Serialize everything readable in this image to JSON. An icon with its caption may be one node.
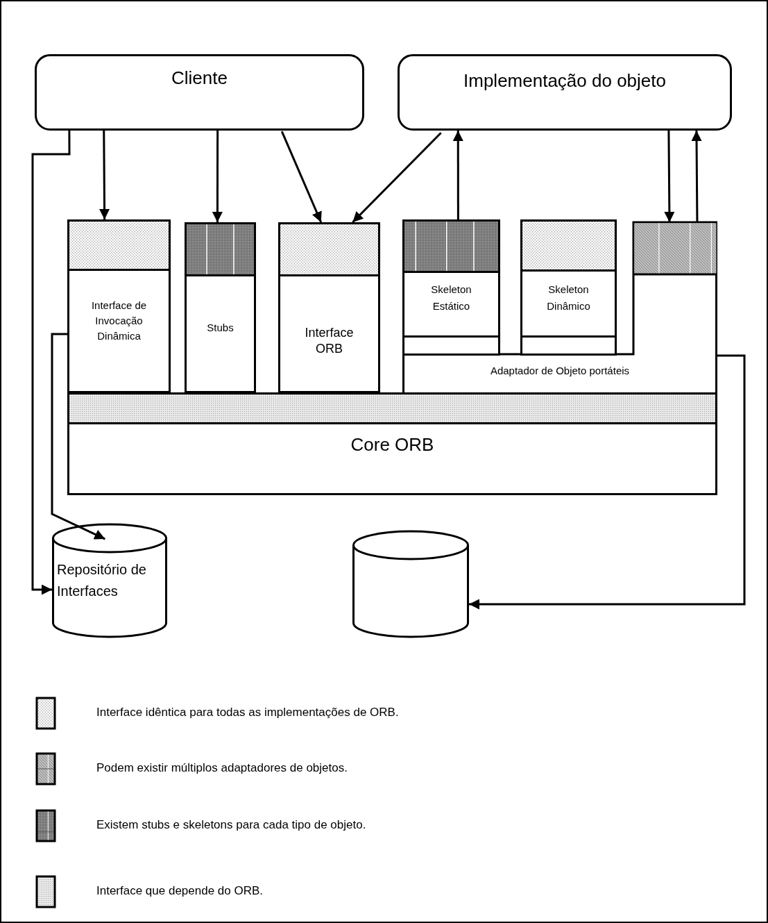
{
  "diagram": {
    "nodes": [
      {
        "text": [
          "Cliente"
        ]
      },
      {
        "text": [
          "Implementação do objeto"
        ]
      },
      {
        "text": [
          "Interface de Invocação Dinâmica"
        ]
      },
      {
        "text": [
          "Stubs"
        ]
      },
      {
        "text": [
          "Interface ORB"
        ]
      },
      {
        "text": [
          "Skeleton Estático"
        ],
        "in": 7
      },
      {
        "text": [
          "Skeleton Dinâmico"
        ],
        "in": 7
      },
      {
        "text": [
          "Adaptador de Objeto portáteis"
        ]
      },
      {
        "text": [
          "Core ORB"
        ]
      },
      {
        "text": [
          "Repositório de Interfaces"
        ]
      },
      {
        "text": [],
        "shape": "cylinder"
      }
    ],
    "edges": [
      {
        "from": 0,
        "to": 2,
        "arrow": "to"
      },
      {
        "from": 0,
        "to": 3,
        "arrow": "to"
      },
      {
        "from": 0,
        "to": 4,
        "arrow": "to"
      },
      {
        "from": 1,
        "to": 4,
        "arrow": "to"
      },
      {
        "from": 5,
        "to": 1,
        "arrow": "to"
      },
      {
        "from": 1,
        "to": 7,
        "arrow": "to"
      },
      {
        "from": 7,
        "to": 1,
        "arrow": "to"
      },
      {
        "from": 0,
        "to": 9,
        "arrow": "to"
      },
      {
        "from": 2,
        "to": 9,
        "arrow": "to"
      },
      {
        "from": 7,
        "to": 10,
        "arrow": "to"
      }
    ],
    "legend": [
      {
        "text": "Interface idêntica para todas as implementações de ORB."
      },
      {
        "text": "Podem existir múltiplos adaptadores de objetos."
      },
      {
        "text": "Existem stubs e skeletons para cada tipo de objeto."
      },
      {
        "text": "Interface que depende do ORB."
      }
    ]
  }
}
